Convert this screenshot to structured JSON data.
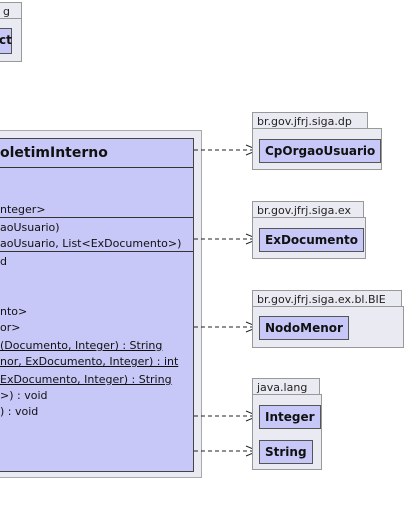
{
  "top_left": {
    "tab": "g",
    "name": "ct"
  },
  "main_class": {
    "title": "oletimInterno",
    "lines": [
      {
        "text": "nteger>",
        "u": false
      },
      {
        "text": "aoUsuario)",
        "u": false
      },
      {
        "text": "aoUsuario, List<ExDocumento>)",
        "u": false
      },
      {
        "text": "d",
        "u": false
      },
      {
        "text": "nto>",
        "u": false
      },
      {
        "text": "or>",
        "u": false
      },
      {
        "text": "(Documento, Integer) : String",
        "u": true
      },
      {
        "text": "nor, ExDocumento, Integer) : int",
        "u": true
      },
      {
        "text": "ExDocumento, Integer) : String",
        "u": true
      },
      {
        "text": ">) : void",
        "u": false
      },
      {
        "text": ") : void",
        "u": false
      }
    ]
  },
  "packages": [
    {
      "name": "br.gov.jfrj.siga.dp",
      "classes": [
        "CpOrgaoUsuario"
      ]
    },
    {
      "name": "br.gov.jfrj.siga.ex",
      "classes": [
        "ExDocumento"
      ]
    },
    {
      "name": "br.gov.jfrj.siga.ex.bl.BIE",
      "classes": [
        "NodoMenor"
      ]
    },
    {
      "name": "java.lang",
      "classes": [
        "Integer",
        "String"
      ]
    }
  ]
}
